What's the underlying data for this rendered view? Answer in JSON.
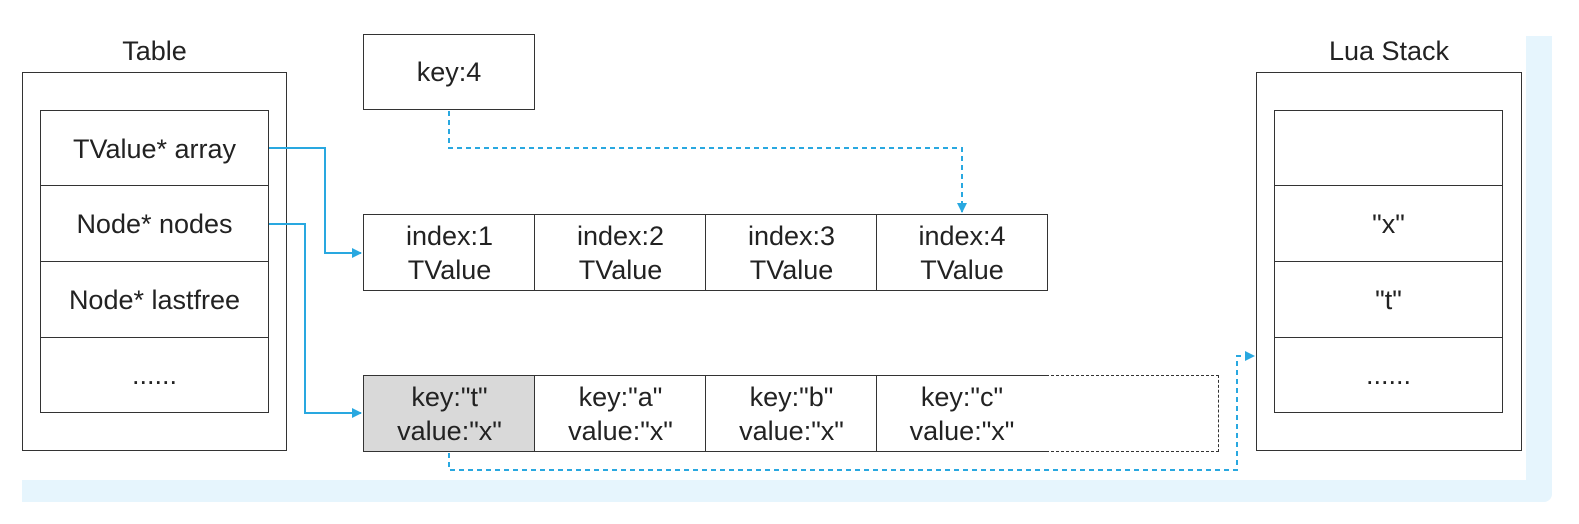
{
  "table": {
    "title": "Table",
    "fields": [
      "TValue* array",
      "Node* nodes",
      "Node* lastfree",
      "......"
    ]
  },
  "key_box": {
    "label": "key:4"
  },
  "array_part": [
    {
      "line1": "index:1",
      "line2": "TValue"
    },
    {
      "line1": "index:2",
      "line2": "TValue"
    },
    {
      "line1": "index:3",
      "line2": "TValue"
    },
    {
      "line1": "index:4",
      "line2": "TValue"
    }
  ],
  "hash_part": [
    {
      "line1": "key:\"t\"",
      "line2": "value:\"x\"",
      "highlight": true
    },
    {
      "line1": "key:\"a\"",
      "line2": "value:\"x\""
    },
    {
      "line1": "key:\"b\"",
      "line2": "value:\"x\""
    },
    {
      "line1": "key:\"c\"",
      "line2": "value:\"x\""
    }
  ],
  "lua_stack": {
    "title": "Lua Stack",
    "slots": [
      "",
      "\"x\"",
      "\"t\"",
      "......"
    ]
  },
  "colors": {
    "arrow": "#29a8e0",
    "highlight": "#d9d9d9",
    "frame": "#e6f5fd"
  }
}
